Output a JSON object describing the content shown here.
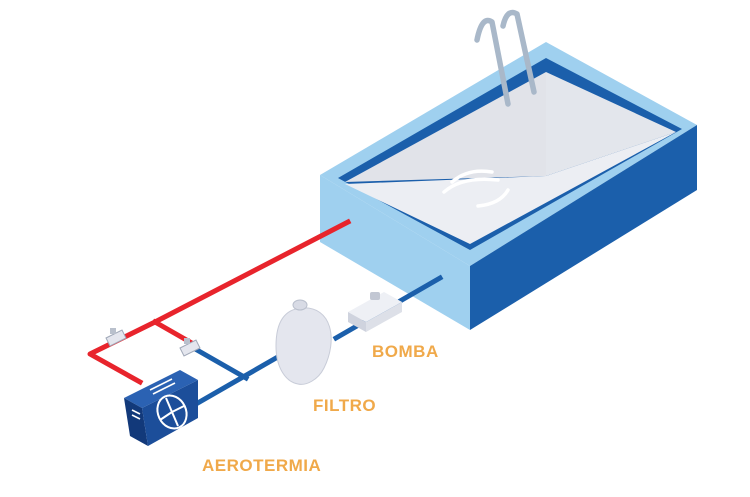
{
  "labels": {
    "pump": "BOMBA",
    "filter": "FILTRO",
    "heat_pump": "AEROTERMIA"
  },
  "colors": {
    "label": "#f0a94a",
    "hot_pipe": "#e8242c",
    "cold_pipe": "#1b5fab",
    "pool_frame": "#9fd0ef",
    "pool_wall_dark": "#1b5fab",
    "pool_water": "#e6e8ee",
    "equipment_light": "#e4e6ee",
    "heat_pump_body": "#1c4e9a"
  },
  "icons": [
    "pool-ladder-icon",
    "water-ripple-icon",
    "fan-icon",
    "valve-icon"
  ]
}
